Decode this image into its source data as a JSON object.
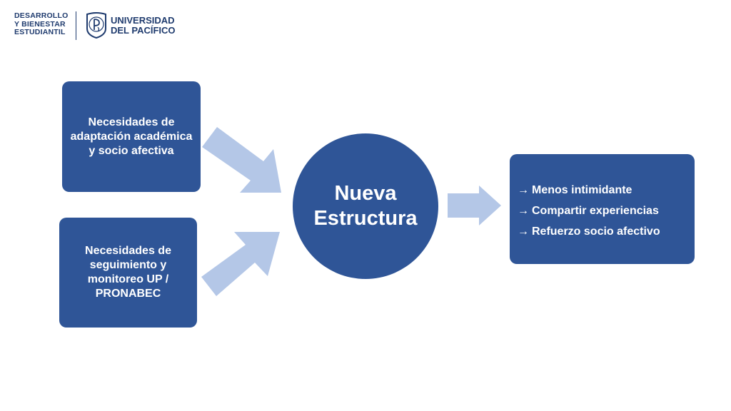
{
  "header": {
    "dept_line1": "DESARROLLO",
    "dept_line2": "Y BIENESTAR",
    "dept_line3": "ESTUDIANTIL",
    "uni_line1": "UNIVERSIDAD",
    "uni_line2": "DEL PACÍFICO"
  },
  "diagram": {
    "input1": "Necesidades de adaptación académica y socio afectiva",
    "input2": "Necesidades de seguimiento y monitoreo UP / PRONABEC",
    "center_line1": "Nueva",
    "center_line2": "Estructura",
    "results": [
      {
        "arrow": "→",
        "label": "Menos intimidante"
      },
      {
        "arrow": "→",
        "label": "Compartir experiencias"
      },
      {
        "arrow": "→",
        "label": "Refuerzo socio afectivo"
      }
    ]
  },
  "colors": {
    "box": "#2f5597",
    "arrow": "#b4c7e7",
    "logo": "#1f3b6e"
  }
}
